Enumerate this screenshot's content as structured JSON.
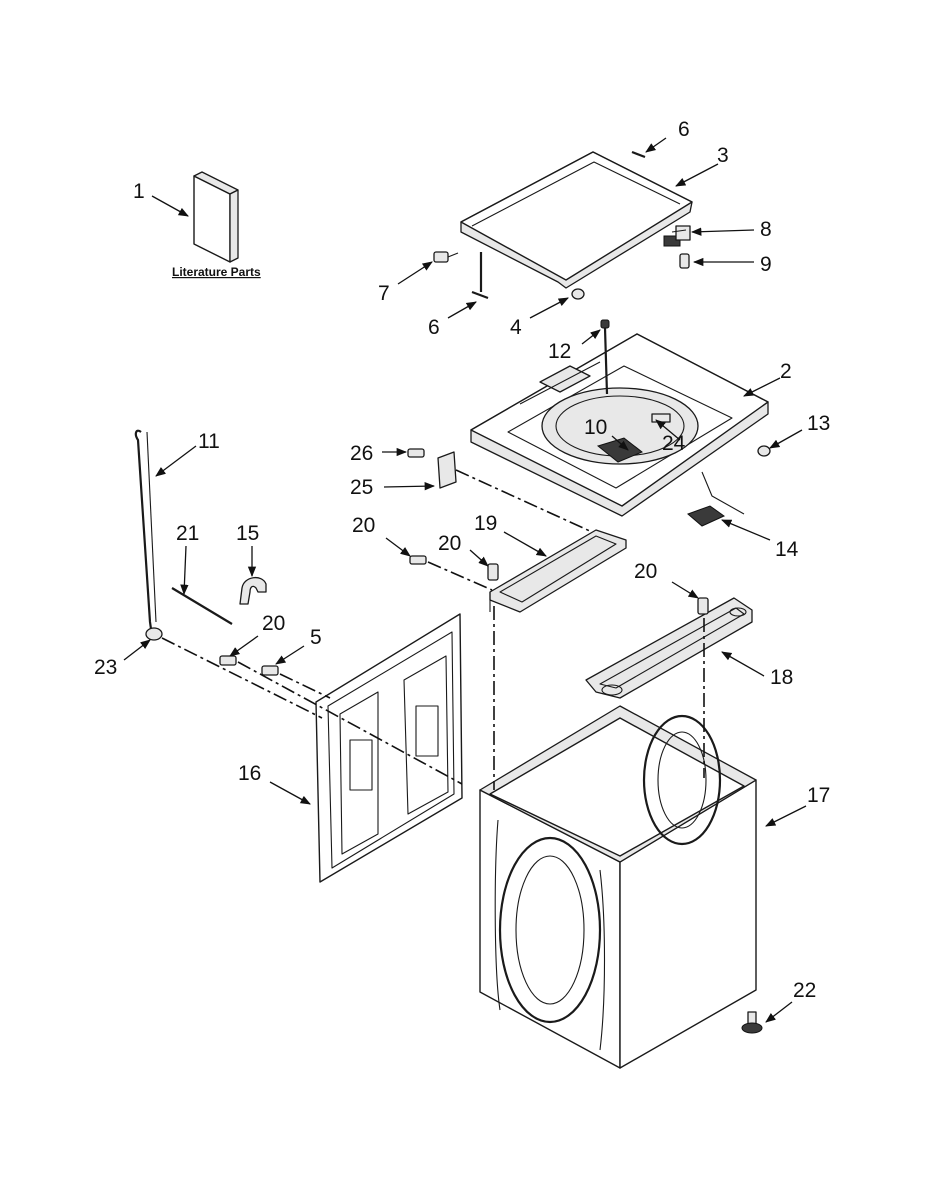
{
  "caption": "Literature Parts",
  "callouts": [
    "1",
    "2",
    "3",
    "4",
    "5",
    "6",
    "6",
    "7",
    "8",
    "9",
    "10",
    "11",
    "12",
    "13",
    "14",
    "15",
    "16",
    "17",
    "18",
    "19",
    "20",
    "20",
    "20",
    "20",
    "21",
    "22",
    "23",
    "24",
    "25",
    "26"
  ]
}
